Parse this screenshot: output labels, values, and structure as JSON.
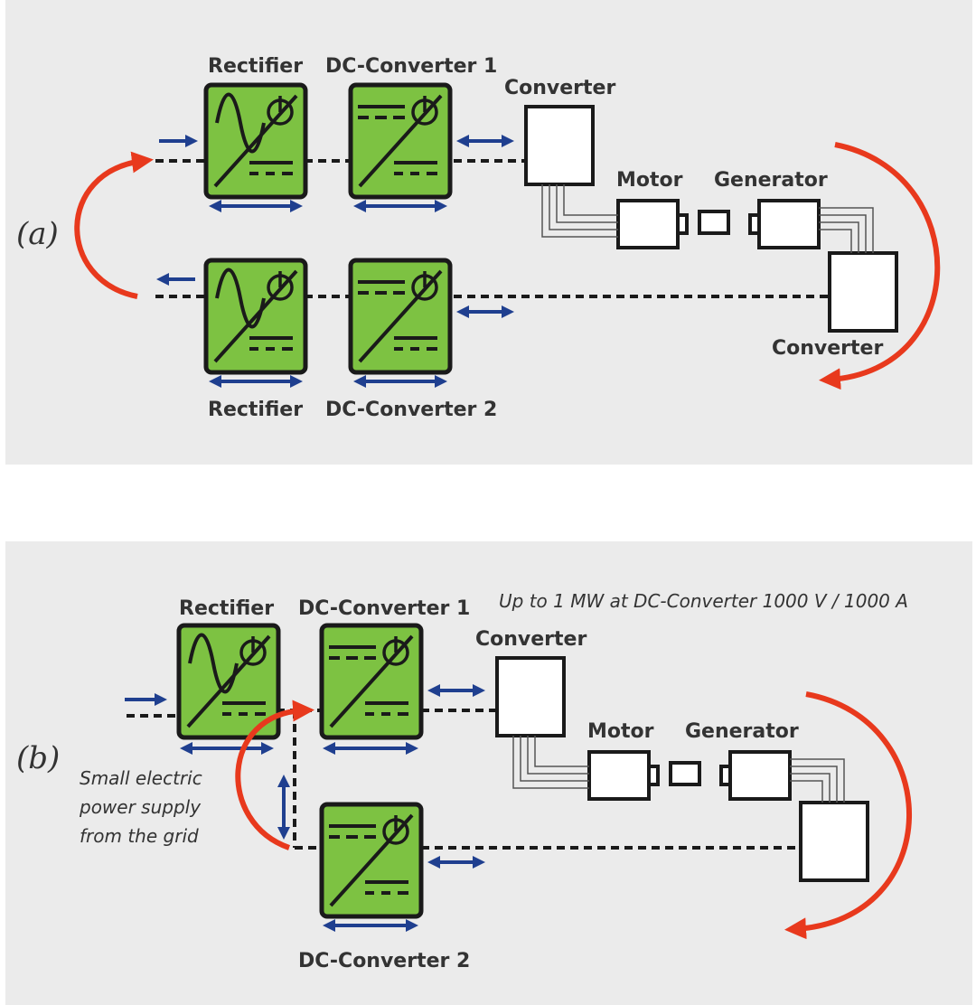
{
  "colors": {
    "panel_bg": "#ebebeb",
    "module_green": "#7dc242",
    "flow_arrow_red": "#e8391d",
    "bidirectional_arrow_blue": "#1f3f8f"
  },
  "panel_a": {
    "tag": "(a)",
    "rectifier_top": "Rectifier",
    "dc_converter_1": "DC-Converter 1",
    "converter_top": "Converter",
    "motor": "Motor",
    "generator": "Generator",
    "converter_bottom": "Converter",
    "rectifier_bottom": "Rectifier",
    "dc_converter_2": "DC-Converter 2"
  },
  "panel_b": {
    "tag": "(b)",
    "rectifier": "Rectifier",
    "dc_converter_1": "DC-Converter 1",
    "rating_note": "Up to 1 MW at DC-Converter 1000 V / 1000 A",
    "converter": "Converter",
    "motor": "Motor",
    "generator": "Generator",
    "grid_note_lines": [
      "Small electric",
      "power supply",
      "from the grid"
    ],
    "dc_converter_2": "DC-Converter 2"
  }
}
